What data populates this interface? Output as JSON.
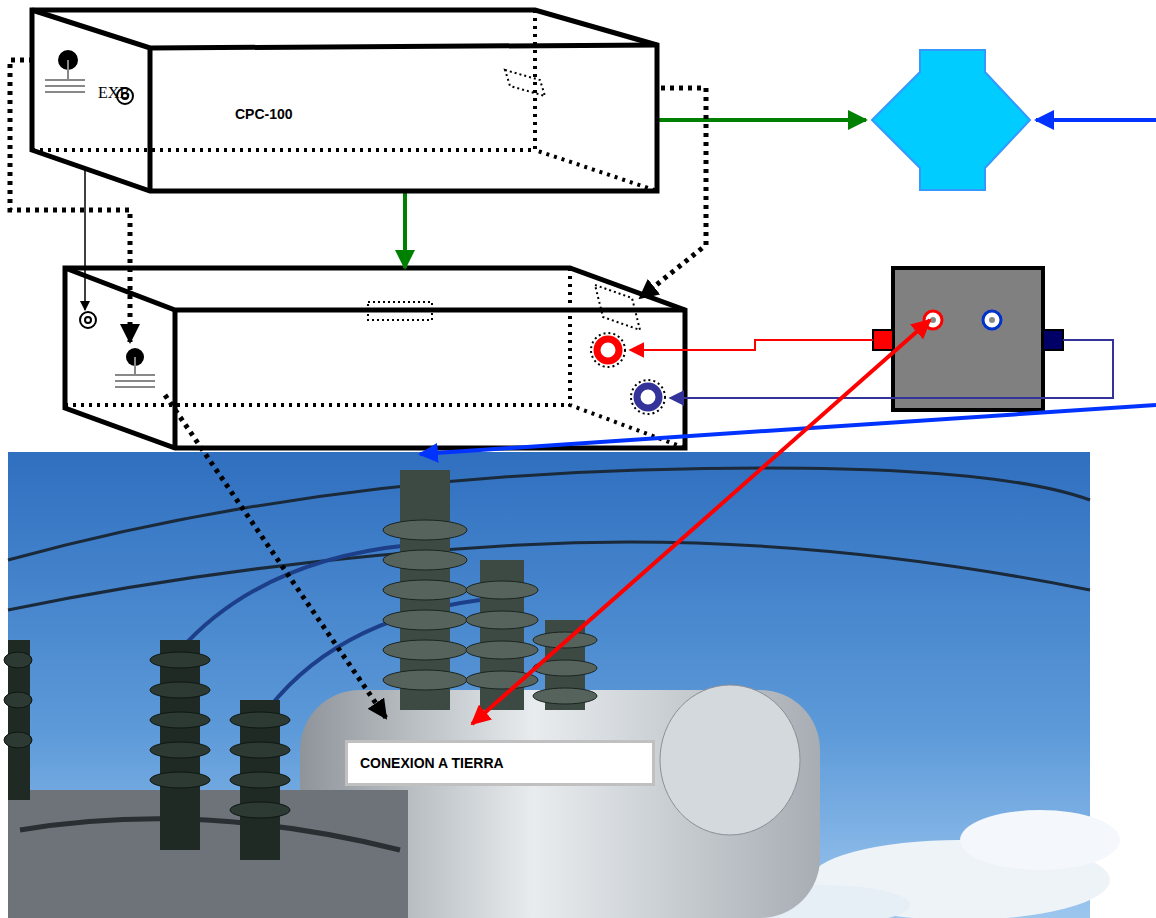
{
  "diagram": {
    "nodes": [
      {
        "text": [
          "EXB",
          "CPC-100"
        ]
      },
      {
        "text": [
          "CONEXION A TIERRA"
        ]
      }
    ]
  }
}
